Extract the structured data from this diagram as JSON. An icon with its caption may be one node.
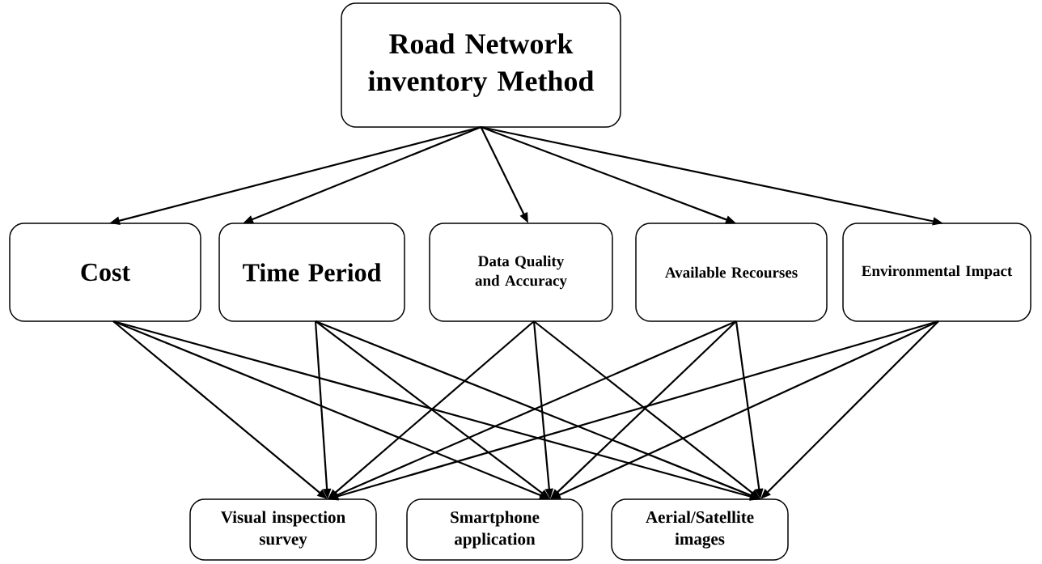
{
  "diagram": {
    "nodes": [
      {
        "text": [
          "Road Network inventory Method"
        ]
      },
      {
        "text": [
          "Cost"
        ]
      },
      {
        "text": [
          "Time Period"
        ]
      },
      {
        "text": [
          "Data Quality and Accuracy"
        ]
      },
      {
        "text": [
          "Available Recourses"
        ]
      },
      {
        "text": [
          "Environmental Impact"
        ]
      },
      {
        "text": [
          "Visual inspection survey"
        ]
      },
      {
        "text": [
          "Smartphone application"
        ]
      },
      {
        "text": [
          "Aerial/Satellite images"
        ]
      }
    ],
    "edges": [
      {
        "from": 0,
        "to": 1,
        "arrow": "to"
      },
      {
        "from": 0,
        "to": 2,
        "arrow": "to"
      },
      {
        "from": 0,
        "to": 3,
        "arrow": "to"
      },
      {
        "from": 0,
        "to": 4,
        "arrow": "to"
      },
      {
        "from": 0,
        "to": 5,
        "arrow": "to"
      },
      {
        "from": 1,
        "to": 6,
        "arrow": "to"
      },
      {
        "from": 1,
        "to": 7,
        "arrow": "to"
      },
      {
        "from": 1,
        "to": 8,
        "arrow": "to"
      },
      {
        "from": 2,
        "to": 6,
        "arrow": "to"
      },
      {
        "from": 2,
        "to": 7,
        "arrow": "to"
      },
      {
        "from": 2,
        "to": 8,
        "arrow": "to"
      },
      {
        "from": 3,
        "to": 6,
        "arrow": "to"
      },
      {
        "from": 3,
        "to": 7,
        "arrow": "to"
      },
      {
        "from": 3,
        "to": 8,
        "arrow": "to"
      },
      {
        "from": 4,
        "to": 6,
        "arrow": "to"
      },
      {
        "from": 4,
        "to": 7,
        "arrow": "to"
      },
      {
        "from": 4,
        "to": 8,
        "arrow": "to"
      },
      {
        "from": 5,
        "to": 6,
        "arrow": "to"
      },
      {
        "from": 5,
        "to": 7,
        "arrow": "to"
      },
      {
        "from": 5,
        "to": 8,
        "arrow": "to"
      }
    ]
  }
}
